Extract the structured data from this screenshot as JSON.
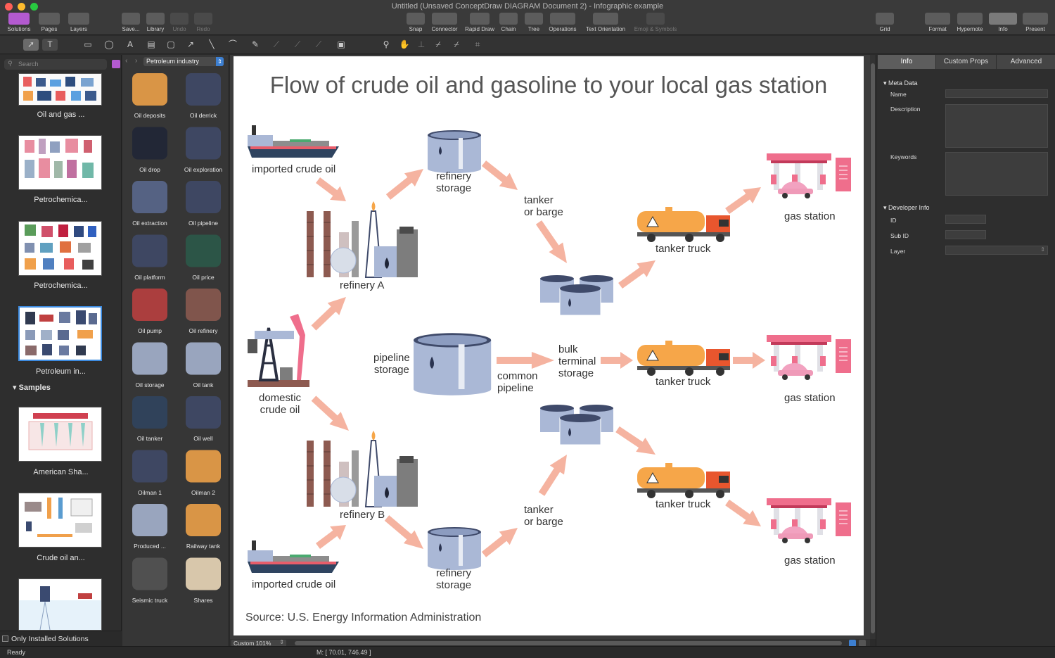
{
  "window": {
    "title": "Untitled (Unsaved ConceptDraw DIAGRAM Document 2) - Infographic example"
  },
  "toolbar": {
    "solutions": "Solutions",
    "pages": "Pages",
    "layers": "Layers",
    "save": "Save...",
    "library": "Library",
    "undo": "Undo",
    "redo": "Redo",
    "snap": "Snap",
    "connector": "Connector",
    "rapid_draw": "Rapid Draw",
    "chain": "Chain",
    "tree": "Tree",
    "operations": "Operations",
    "text_orientation": "Text Orientation",
    "emoji": "Emoji & Symbols",
    "grid": "Grid",
    "format": "Format",
    "hypernote": "Hypernote",
    "info": "Info",
    "present": "Present"
  },
  "left": {
    "search_placeholder": "Search",
    "solutions": [
      {
        "label": "Oil and gas ..."
      },
      {
        "label": "Petrochemica..."
      },
      {
        "label": "Petrochemica..."
      },
      {
        "label": "Petroleum in..."
      }
    ],
    "samples_header": "Samples",
    "samples": [
      {
        "label": "American Sha..."
      },
      {
        "label": "Crude oil an..."
      }
    ],
    "only_installed": "Only Installed Solutions"
  },
  "library": {
    "selected": "Petroleum industry",
    "items": [
      "Oil deposits",
      "Oil derrick",
      "Oil drop",
      "Oil exploration",
      "Oil extraction",
      "Oil pipeline",
      "Oil platform",
      "Oil price",
      "Oil pump",
      "Oil refinery",
      "Oil storage",
      "Oil tank",
      "Oil tanker",
      "Oil well",
      "Oilman 1",
      "Oilman 2",
      "Produced ...",
      "Railway tank",
      "Seismic truck",
      "Shares"
    ]
  },
  "diagram": {
    "title": "Flow of crude oil and gasoline to your local gas station",
    "source": "Source: U.S. Energy Information Administration",
    "labels": {
      "imported_top": "imported crude oil",
      "refinery_storage_top": "refinery\nstorage",
      "tanker_top": "tanker\nor barge",
      "refinery_a": "refinery A",
      "tanker_truck_1": "tanker truck",
      "gas_station_1": "gas station",
      "domestic": "domestic\ncrude oil",
      "pipeline_storage": "pipeline\nstorage",
      "common_pipeline": "common\npipeline",
      "bulk_terminal": "bulk\nterminal\nstorage",
      "tanker_truck_2": "tanker truck",
      "gas_station_2": "gas station",
      "refinery_b": "refinery B",
      "tanker_bottom": "tanker\nor barge",
      "tanker_truck_3": "tanker truck",
      "gas_station_3": "gas station",
      "imported_bottom": "imported crude oil",
      "refinery_storage_bottom": "refinery\nstorage"
    }
  },
  "canvas": {
    "zoom": "Custom 101%"
  },
  "right": {
    "tabs": [
      "Info",
      "Custom Props",
      "Advanced"
    ],
    "meta_header": "Meta Data",
    "name": "Name",
    "description": "Description",
    "keywords": "Keywords",
    "dev_header": "Developer Info",
    "id": "ID",
    "sub_id": "Sub ID",
    "layer": "Layer"
  },
  "status": {
    "ready": "Ready",
    "coords": "M: [ 70.01, 746.49 ]"
  },
  "colors": {
    "arrow": "#f5b3a0",
    "tank": "#aab8d6",
    "truck": "#f6a649",
    "pump": "#ef6e8c"
  }
}
